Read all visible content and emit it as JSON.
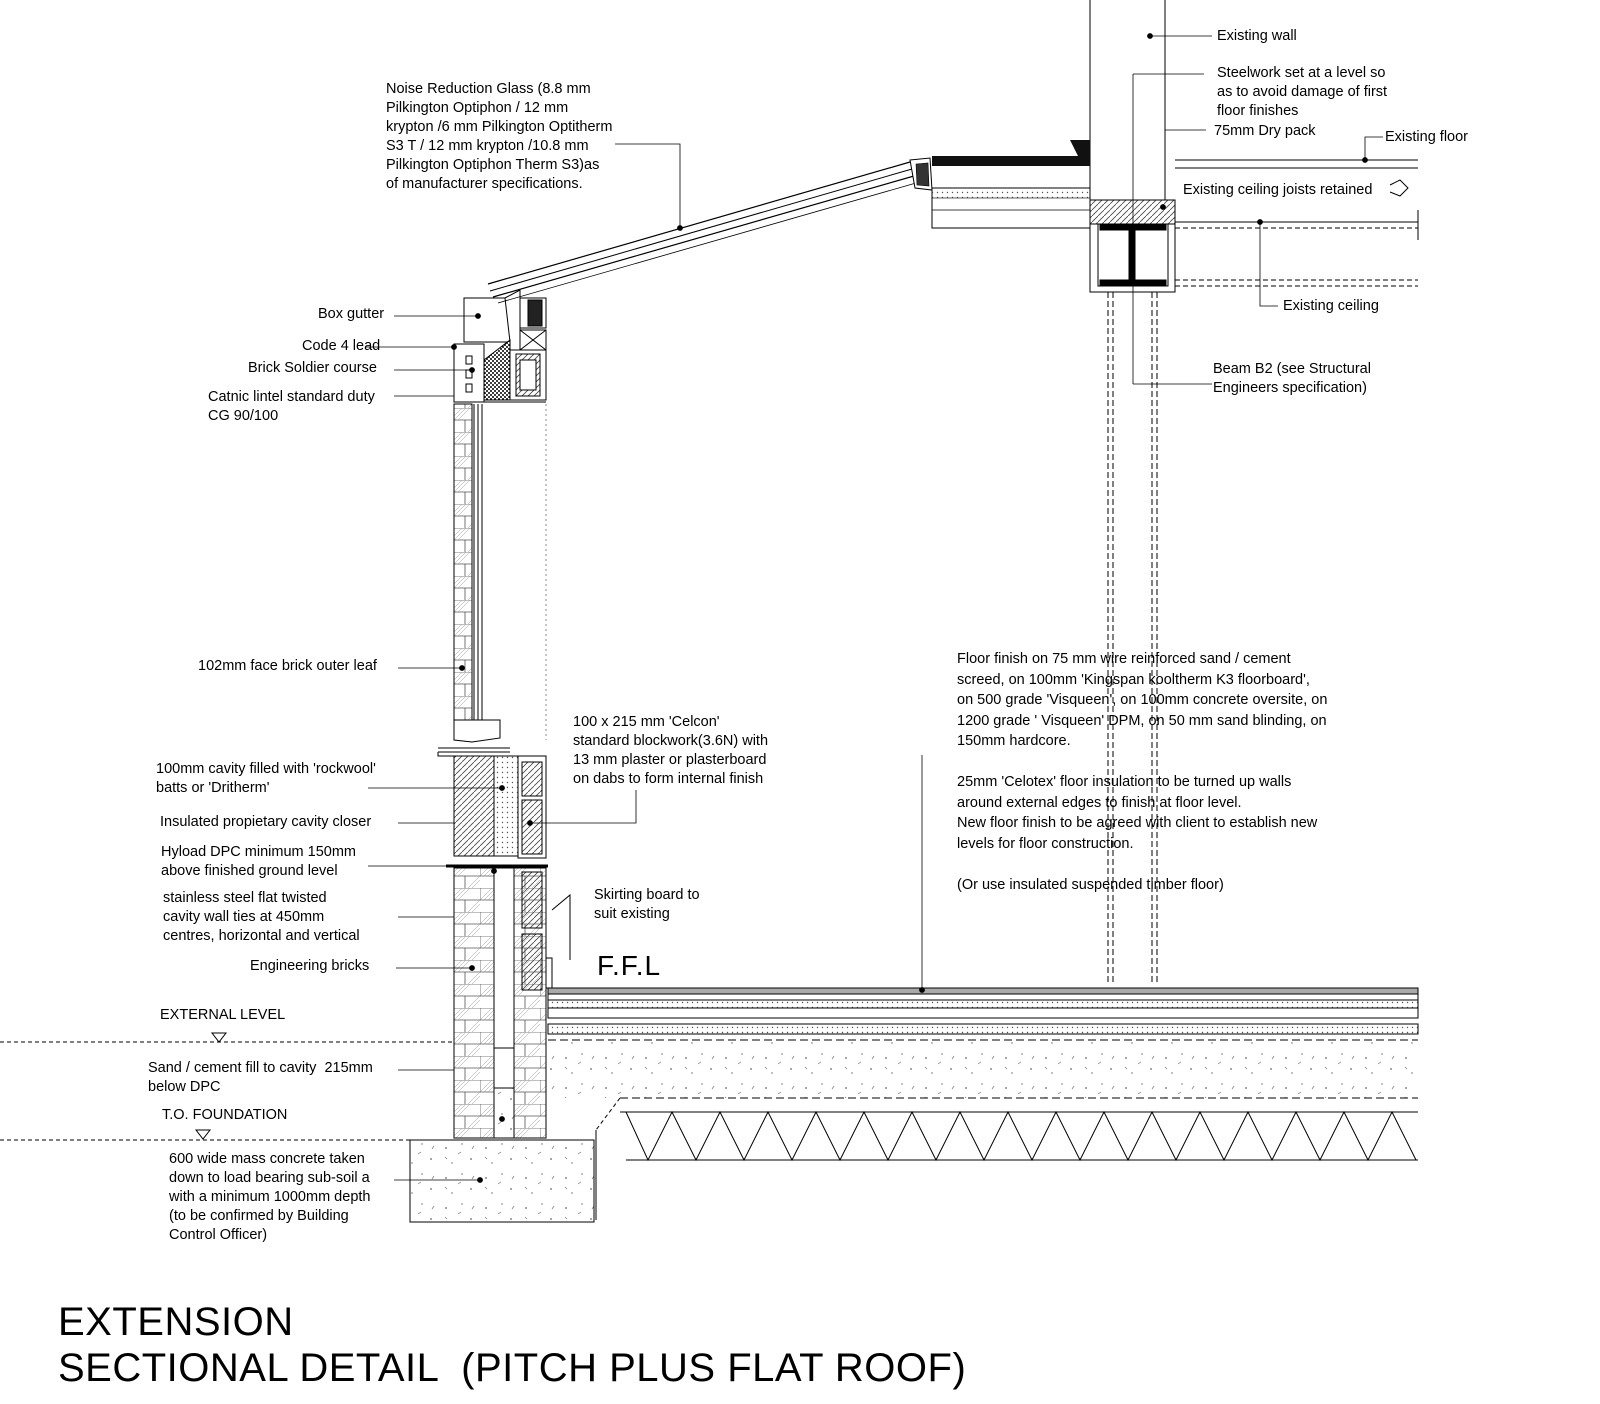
{
  "labels": {
    "existing_wall": "Existing wall",
    "steelwork": "Steelwork set at a level so\nas to avoid damage of first\nfloor finishes",
    "dry_pack": "75mm Dry pack",
    "existing_floor": "Existing floor",
    "existing_joists": "Existing ceiling joists retained",
    "existing_ceiling": "Existing ceiling",
    "beam_b2": "Beam B2 (see Structural\nEngineers specification)",
    "glass": "Noise Reduction Glass (8.8 mm\nPilkington Optiphon / 12 mm\nkrypton /6 mm Pilkington Optitherm\nS3 T / 12 mm krypton /10.8 mm\nPilkington Optiphon Therm S3)as\nof manufacturer specifications.",
    "box_gutter": "Box gutter",
    "code4_lead": "Code 4 lead",
    "brick_soldier": "Brick Soldier course",
    "catnic": "Catnic lintel standard duty\nCG 90/100",
    "face_brick": "102mm face brick outer leaf",
    "cavity_filled": "100mm cavity filled with 'rockwool'\nbatts or 'Dritherm'",
    "cavity_closer": "Insulated propietary cavity closer",
    "hyload_dpc": "Hyload DPC minimum 150mm\nabove finished ground level",
    "wall_ties": "stainless steel flat twisted\ncavity wall ties at 450mm\ncentres, horizontal and vertical",
    "eng_bricks": "Engineering bricks",
    "external_level": "EXTERNAL LEVEL",
    "sand_fill": "Sand / cement fill to cavity  215mm\nbelow DPC",
    "to_foundation": "T.O. FOUNDATION",
    "foundation": "600 wide mass concrete taken\ndown to load bearing sub-soil a\nwith a minimum 1000mm depth\n(to be confirmed by Building\nControl Officer)",
    "celcon": "100 x 215 mm 'Celcon'\nstandard blockwork(3.6N) with\n13 mm plaster or plasterboard\non dabs to form internal finish",
    "skirting": "Skirting board to\nsuit existing",
    "ffl": "F.F.L",
    "floor_finish": "Floor finish on 75 mm wire reinforced sand / cement\nscreed, on 100mm 'Kingspan kooltherm K3 floorboard',\non 500 grade 'Visqueen', on 100mm concrete oversite, on\n1200 grade ' Visqueen' DPM, on 50 mm sand blinding, on\n150mm hardcore.\n\n25mm 'Celotex' floor insulation to be turned up walls\naround external edges to finish at floor level.\nNew floor finish to be agreed with client to establish new\nlevels for floor construction.\n\n(Or use insulated suspended timber floor)"
  },
  "title": {
    "line1": "EXTENSION",
    "line2": "SECTIONAL DETAIL  (PITCH PLUS FLAT ROOF)"
  }
}
